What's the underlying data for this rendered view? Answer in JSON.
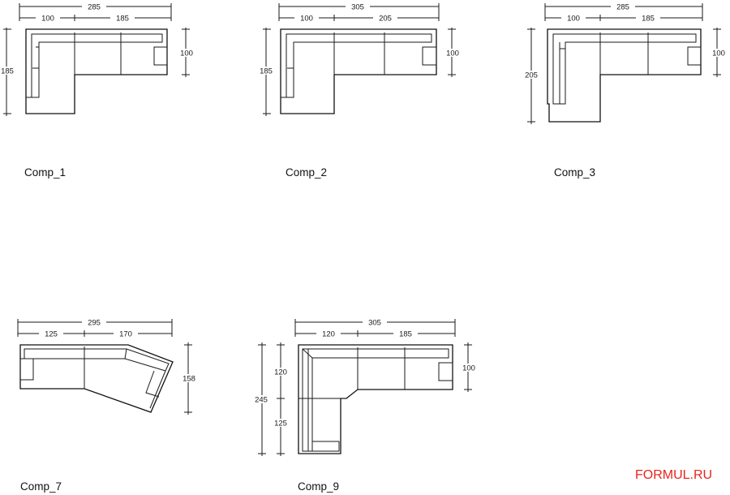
{
  "brand": {
    "label": "FORMUL.RU",
    "color": "#e8241c"
  },
  "compositions": [
    {
      "caption": "Comp_1",
      "total_width": "285",
      "seg_left": "100",
      "seg_right": "185",
      "depth_left": "185",
      "depth_right": "100"
    },
    {
      "caption": "Comp_2",
      "total_width": "305",
      "seg_left": "100",
      "seg_right": "205",
      "depth_left": "185",
      "depth_right": "100"
    },
    {
      "caption": "Comp_3",
      "total_width": "285",
      "seg_left": "100",
      "seg_right": "185",
      "depth_left": "205",
      "depth_right": "100"
    },
    {
      "caption": "Comp_7",
      "total_width": "295",
      "seg_left": "125",
      "seg_right": "170",
      "depth_right": "158"
    },
    {
      "caption": "Comp_9",
      "total_width": "305",
      "seg_left": "120",
      "seg_right": "185",
      "depth_total": "245",
      "depth_upper": "120",
      "depth_lower": "125",
      "depth_right": "100"
    }
  ]
}
